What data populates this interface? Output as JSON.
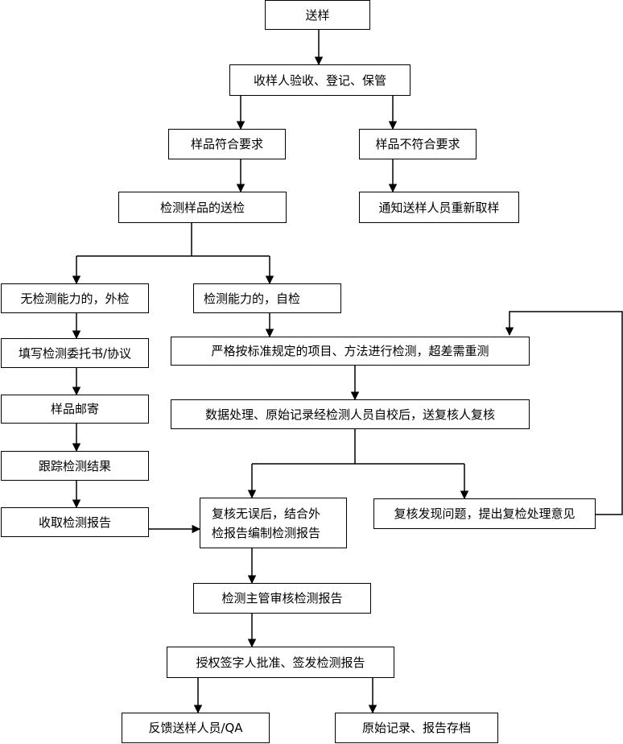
{
  "nodes": {
    "send_sample": "送样",
    "receive": "收样人验收、登记、保管",
    "meets": "样品符合要求",
    "not_meets": "样品不符合要求",
    "submit": "检测样品的送检",
    "notify": "通知送样人员重新取样",
    "no_capability": "无检测能力的，外检",
    "capability": "检测能力的，自检",
    "fill_form": "填写检测委托书/协议",
    "strict_test": "严格按标准规定的项目、方法进行检测，超差需重测",
    "mail": "样品邮寄",
    "data_processing": "数据处理、原始记录经检测人员自校后，送复核人复核",
    "track": "跟踪检测结果",
    "collect": "收取检测报告",
    "review_ok_line1": "复核无误后，结合外",
    "review_ok_line2": "检报告编制检测报告",
    "review_issue": "复核发现问题，提出复检处理意见",
    "supervisor": "检测主管审核检测报告",
    "authorize": "授权签字人批准、签发检测报告",
    "feedback": "反馈送样人员/QA",
    "archive": "原始记录、报告存档"
  }
}
